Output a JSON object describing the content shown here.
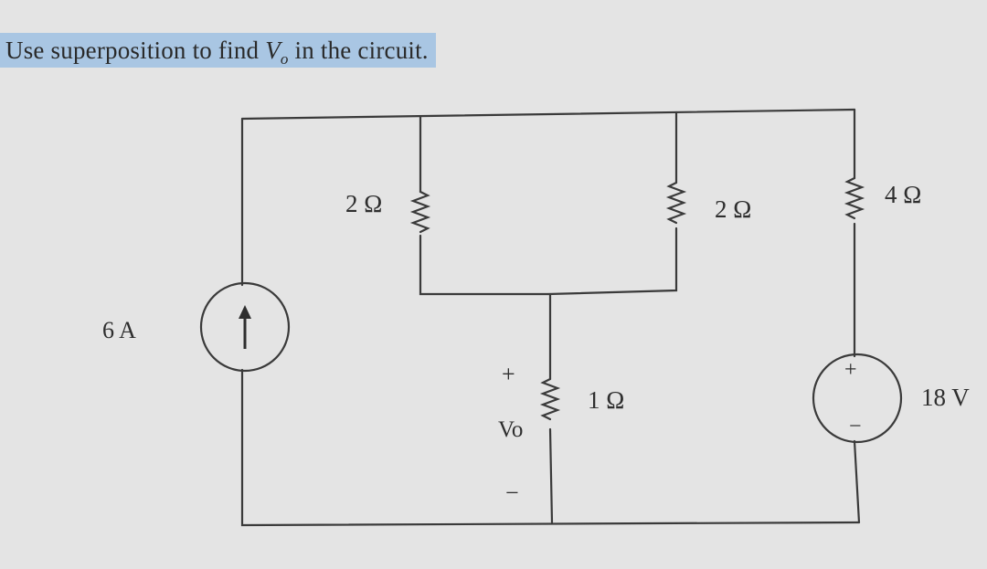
{
  "question": {
    "prefix": "Use superposition to find ",
    "var": "V",
    "var_sub": "o",
    "suffix": " in the circuit."
  },
  "circuit": {
    "current_source": {
      "label": "6 A"
    },
    "voltage_source": {
      "label": "18 V",
      "plus": "+",
      "minus": "−"
    },
    "resistors": {
      "r_left": "2 Ω",
      "r_mid": "2 Ω",
      "r_right": "4 Ω",
      "r_bottom": "1 Ω"
    },
    "vo": {
      "plus": "+",
      "label": "Vo",
      "minus": "−"
    }
  }
}
